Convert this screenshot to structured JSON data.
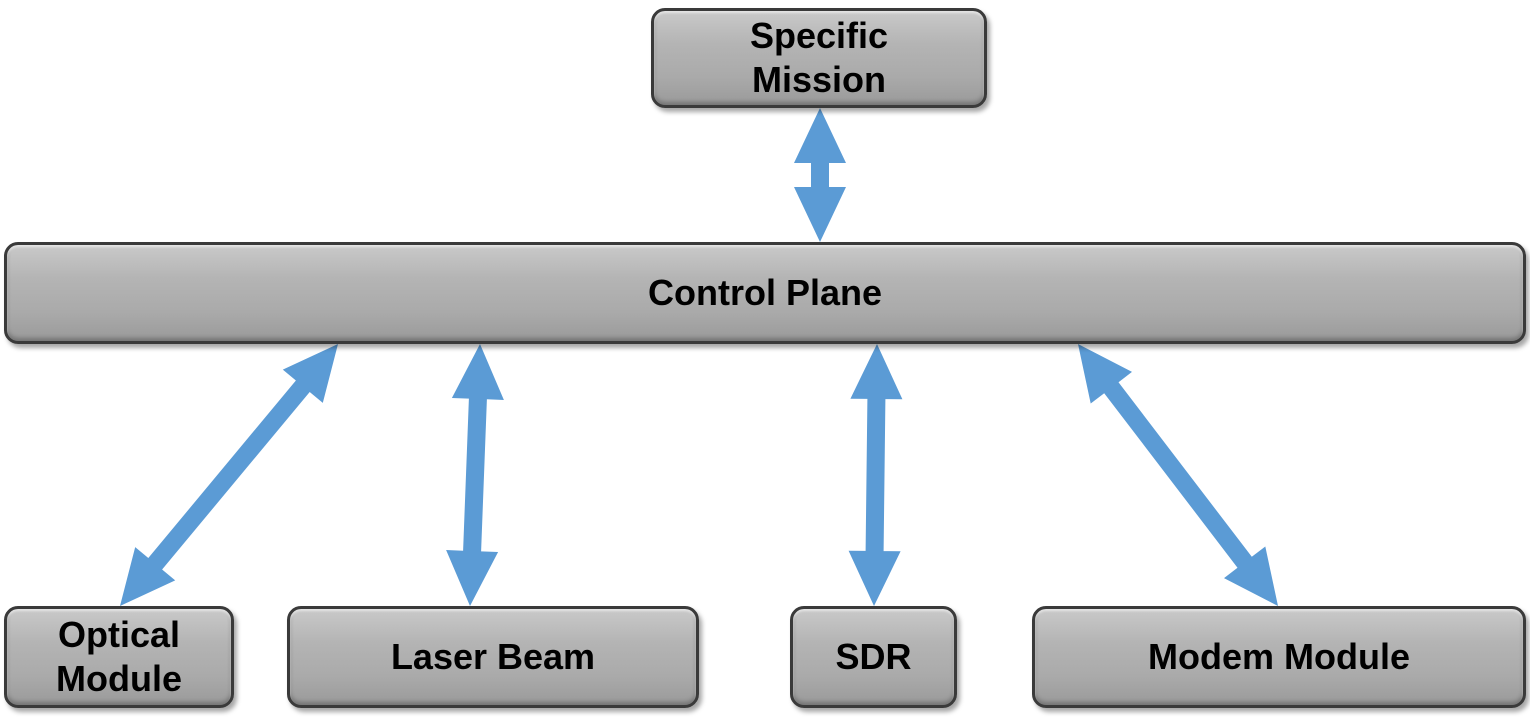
{
  "diagram": {
    "nodes": {
      "mission": "Specific\nMission",
      "control": "Control Plane",
      "optical": "Optical\nModule",
      "laser": "Laser Beam",
      "sdr": "SDR",
      "modem": "Modem Module"
    },
    "edges": [
      {
        "from": "mission",
        "to": "control",
        "direction": "bidirectional"
      },
      {
        "from": "control",
        "to": "optical",
        "direction": "bidirectional"
      },
      {
        "from": "control",
        "to": "laser",
        "direction": "bidirectional"
      },
      {
        "from": "control",
        "to": "sdr",
        "direction": "bidirectional"
      },
      {
        "from": "control",
        "to": "modem",
        "direction": "bidirectional"
      }
    ],
    "colors": {
      "arrow": "#5b9bd5",
      "box_fill": "#b0b0b0",
      "box_border": "#3a3a3a",
      "text": "#000000"
    }
  }
}
